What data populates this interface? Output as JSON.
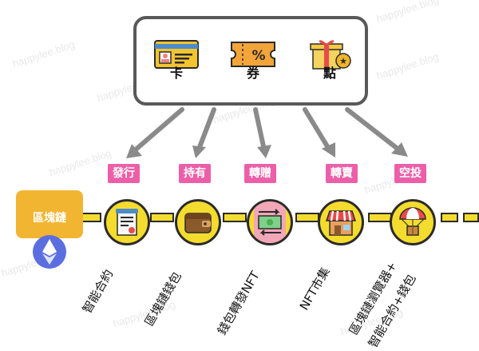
{
  "categories": [
    {
      "label": "卡",
      "icon": "card-icon"
    },
    {
      "label": "券",
      "icon": "coupon-icon"
    },
    {
      "label": "點",
      "icon": "gift-points-icon"
    }
  ],
  "blockchain": {
    "label": "區塊鏈",
    "icon": "ethereum-icon"
  },
  "actions": [
    {
      "label": "發行",
      "desc": "智能合約",
      "icon": "contract-icon"
    },
    {
      "label": "持有",
      "desc": "區塊鏈錢包",
      "icon": "wallet-icon"
    },
    {
      "label": "轉贈",
      "desc": "錢包轉發NFT",
      "icon": "money-transfer-icon"
    },
    {
      "label": "轉賣",
      "desc": "NFT市集",
      "icon": "market-stall-icon"
    },
    {
      "label": "空投",
      "desc_line1": "區塊鏈瀏覽器+",
      "desc_line2": "智能合約+錢包",
      "icon": "airdrop-icon"
    }
  ],
  "watermark": "happylee.blog",
  "colors": {
    "action_badge": "#ec5fa8",
    "node": "#f4dc2e",
    "blockchain_box": "#f2b531",
    "arrow": "#8a8a8a"
  }
}
